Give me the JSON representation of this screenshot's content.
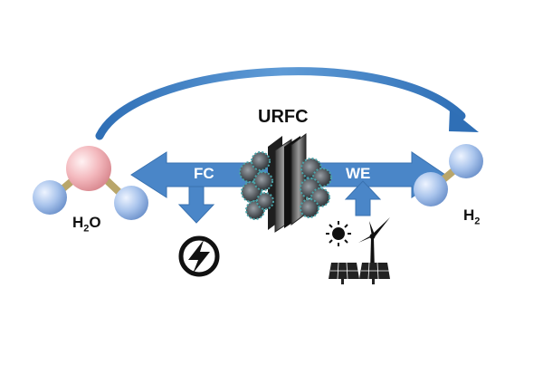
{
  "diagram": {
    "title": "URFC",
    "left_arrow_label": "FC",
    "right_arrow_label": "WE",
    "left_molecule": {
      "formula_main": "H",
      "formula_sub": "2",
      "formula_tail": "O"
    },
    "right_molecule": {
      "formula_main": "H",
      "formula_sub": "2"
    },
    "icons": [
      "lightning-icon",
      "sun-icon",
      "wind-turbine-icon",
      "solar-panel-icon",
      "catalyst-particle-icon",
      "cell-stack-icon"
    ],
    "colors": {
      "arrow_blue": "#4a86c8",
      "arc_blue": "#3f7fc4",
      "oxygen_pink": "#f3b8bd",
      "hydrogen_blue": "#a9c4ec",
      "bond_tan": "#b9a66a"
    }
  }
}
